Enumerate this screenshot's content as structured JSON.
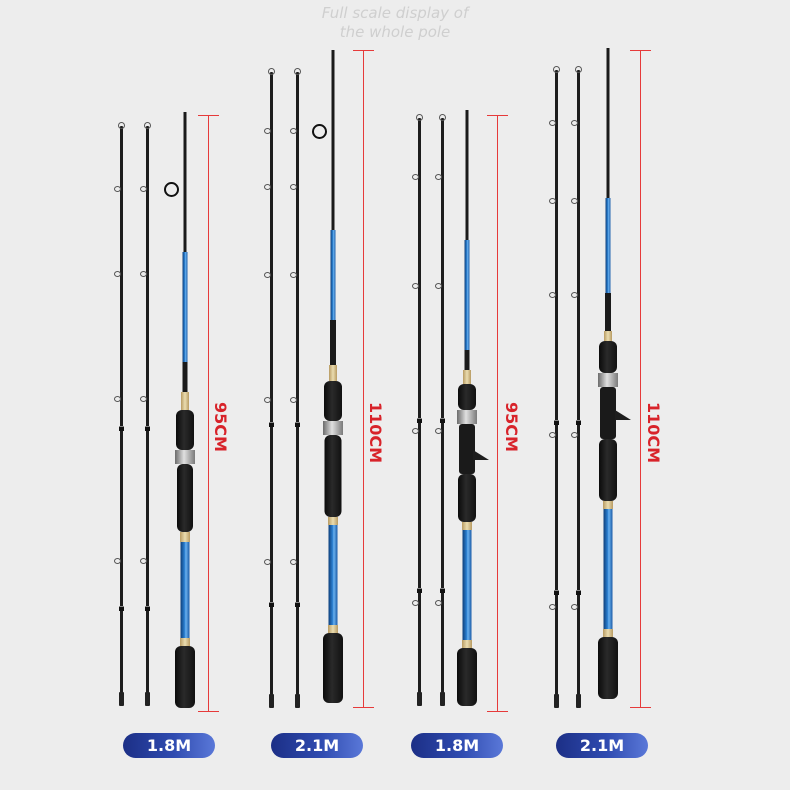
{
  "caption": {
    "line1": "Full scale display of",
    "line2": "the whole pole"
  },
  "colors": {
    "background": "#ededed",
    "dimension_line": "#e63a3a",
    "dimension_text": "#d8232a",
    "badge_start": "#1c2f86",
    "badge_end": "#5a78d8",
    "blank_blue": "#2a7fd0"
  },
  "rods": [
    {
      "type": "spinning",
      "length_label": "1.8M",
      "section_length_label": "95CM"
    },
    {
      "type": "spinning",
      "length_label": "2.1M",
      "section_length_label": "110CM"
    },
    {
      "type": "casting",
      "length_label": "1.8M",
      "section_length_label": "95CM"
    },
    {
      "type": "casting",
      "length_label": "2.1M",
      "section_length_label": "110CM"
    }
  ]
}
